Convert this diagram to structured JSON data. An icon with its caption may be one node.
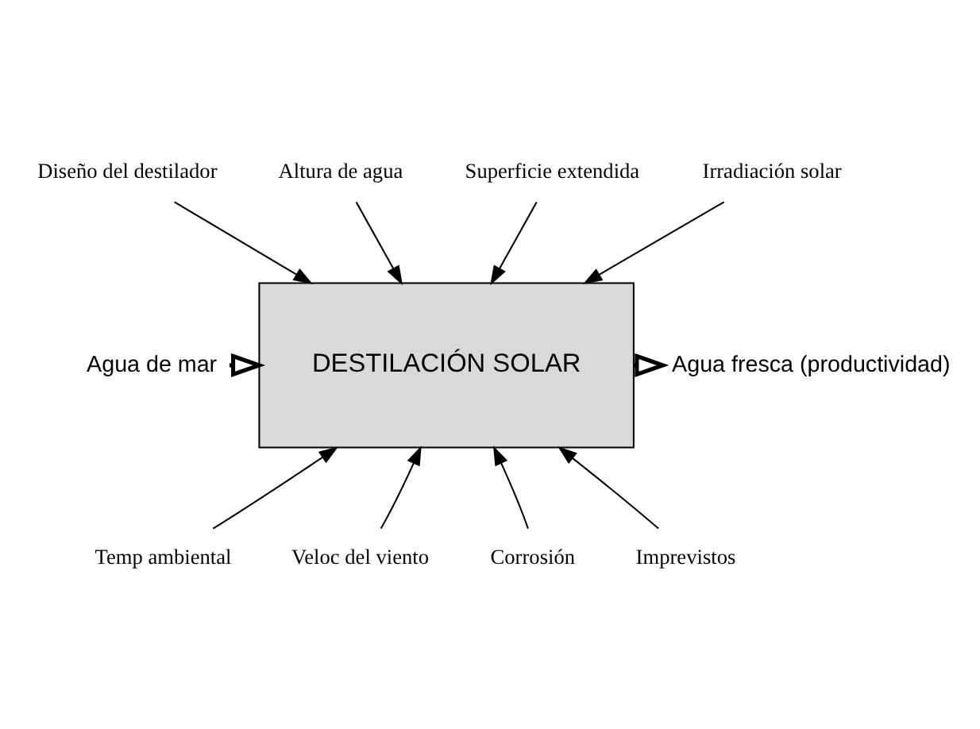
{
  "diagram": {
    "nodes": [
      {
        "text": [
          "Diseño del destilador"
        ]
      },
      {
        "text": [
          "Altura de agua"
        ]
      },
      {
        "text": [
          "Superficie extendida"
        ]
      },
      {
        "text": [
          "Irradiación solar"
        ]
      },
      {
        "text": [
          "Agua de mar"
        ]
      },
      {
        "text": [
          "DESTILACIÓN SOLAR"
        ]
      },
      {
        "text": [
          "Agua fresca (productividad)"
        ]
      },
      {
        "text": [
          "Temp ambiental"
        ]
      },
      {
        "text": [
          "Veloc del viento"
        ]
      },
      {
        "text": [
          "Corrosión"
        ]
      },
      {
        "text": [
          "Imprevistos"
        ]
      }
    ],
    "edges": [
      {
        "from": 0,
        "to": 5,
        "arrow": "to"
      },
      {
        "from": 1,
        "to": 5,
        "arrow": "to"
      },
      {
        "from": 2,
        "to": 5,
        "arrow": "to"
      },
      {
        "from": 3,
        "to": 5,
        "arrow": "to"
      },
      {
        "from": 4,
        "to": 5,
        "arrow": "to",
        "style": "thick"
      },
      {
        "from": 5,
        "to": 6,
        "arrow": "to",
        "style": "thick"
      },
      {
        "from": 7,
        "to": 5,
        "arrow": "to"
      },
      {
        "from": 8,
        "to": 5,
        "arrow": "to"
      },
      {
        "from": 9,
        "to": 5,
        "arrow": "to"
      },
      {
        "from": 10,
        "to": 5,
        "arrow": "to"
      }
    ]
  }
}
